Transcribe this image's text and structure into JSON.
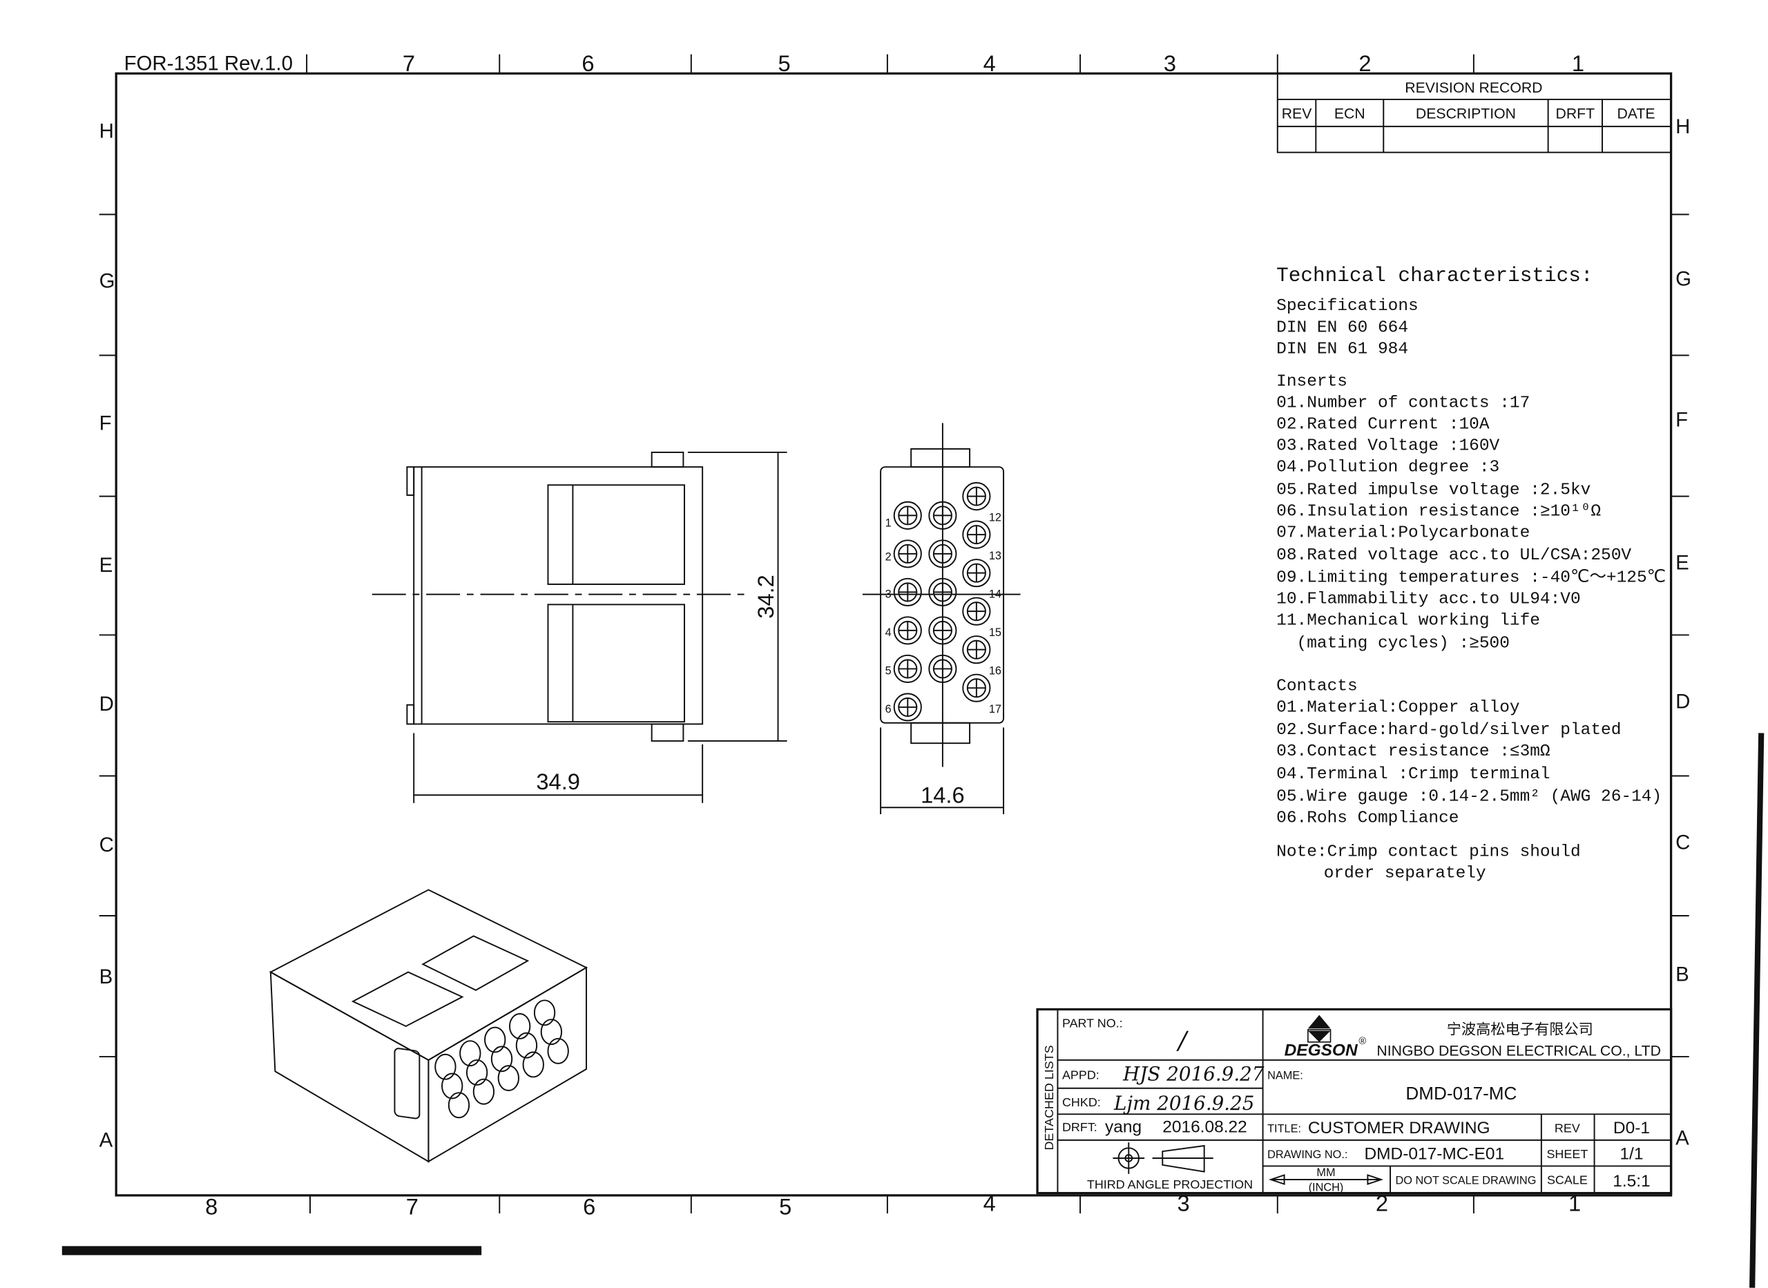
{
  "form_id": "FOR-1351 Rev.1.0",
  "zones": {
    "top_columns": [
      "7",
      "6",
      "5",
      "4",
      "3",
      "2",
      "1"
    ],
    "bottom_columns": [
      "8",
      "7",
      "6",
      "5",
      "4",
      "3",
      "2",
      "1"
    ],
    "rows": [
      "H",
      "G",
      "F",
      "E",
      "D",
      "C",
      "B",
      "A"
    ]
  },
  "revision_record": {
    "title": "REVISION RECORD",
    "headers": [
      "REV",
      "ECN",
      "DESCRIPTION",
      "DRFT",
      "DATE"
    ]
  },
  "technical": {
    "title": "Technical characteristics:",
    "spec_heading": "Specifications",
    "specs": [
      "DIN EN 60 664",
      "DIN EN 61 984"
    ],
    "inserts_heading": "Inserts",
    "inserts": [
      "01.Number of contacts :17",
      "02.Rated Current :10A",
      "03.Rated Voltage :160V",
      "04.Pollution degree :3",
      "05.Rated impulse voltage :2.5kv",
      "06.Insulation resistance :≥10¹⁰Ω",
      "07.Material:Polycarbonate",
      "08.Rated voltage acc.to UL/CSA:250V",
      "09.Limiting temperatures  :-40℃～+125℃",
      "10.Flammability acc.to UL94:V0",
      "11.Mechanical working life",
      "  (mating cycles) :≥500"
    ],
    "contacts_heading": "Contacts",
    "contacts": [
      "01.Material:Copper alloy",
      "02.Surface:hard-gold/silver plated",
      "03.Contact resistance :≤3mΩ",
      "04.Terminal :Crimp terminal",
      "05.Wire gauge :0.14-2.5mm² (AWG 26-14)",
      "06.Rohs Compliance"
    ],
    "note_1": "Note:Crimp contact pins should",
    "note_2": "order separately"
  },
  "dimensions": {
    "width": "34.9",
    "height": "34.2",
    "depth": "14.6"
  },
  "pin_numbers_left": [
    "1",
    "2",
    "3",
    "4",
    "5",
    "6"
  ],
  "pin_numbers_right": [
    "12",
    "13",
    "14",
    "15",
    "16",
    "17"
  ],
  "title_block": {
    "part_no_label": "PART NO.:",
    "part_no": "/",
    "detached_lists": "DETACHED LISTS",
    "appd_label": "APPD:",
    "appd": "HJS 2016.9.27",
    "chkd_label": "CHKD:",
    "chkd": "Ljm 2016.9.25",
    "drft_label": "DRFT:",
    "drft_name": "yang",
    "drft_date": "2016.08.22",
    "projection": "THIRD ANGLE PROJECTION",
    "brand": "DEGSON",
    "company_cn": "宁波高松电子有限公司",
    "company_en": "NINGBO DEGSON ELECTRICAL CO., LTD",
    "name_label": "NAME:",
    "name": "DMD-017-MC",
    "title_label": "TITLE:",
    "title": "CUSTOMER DRAWING",
    "rev_label": "REV",
    "rev": "D0-1",
    "drawing_no_label": "DRAWING NO.:",
    "drawing_no": "DMD-017-MC-E01",
    "sheet_label": "SHEET",
    "sheet": "1/1",
    "unit_mm": "MM",
    "unit_inch": "(INCH)",
    "do_not_scale": "DO NOT SCALE DRAWING",
    "scale_label": "SCALE",
    "scale": "1.5:1"
  }
}
